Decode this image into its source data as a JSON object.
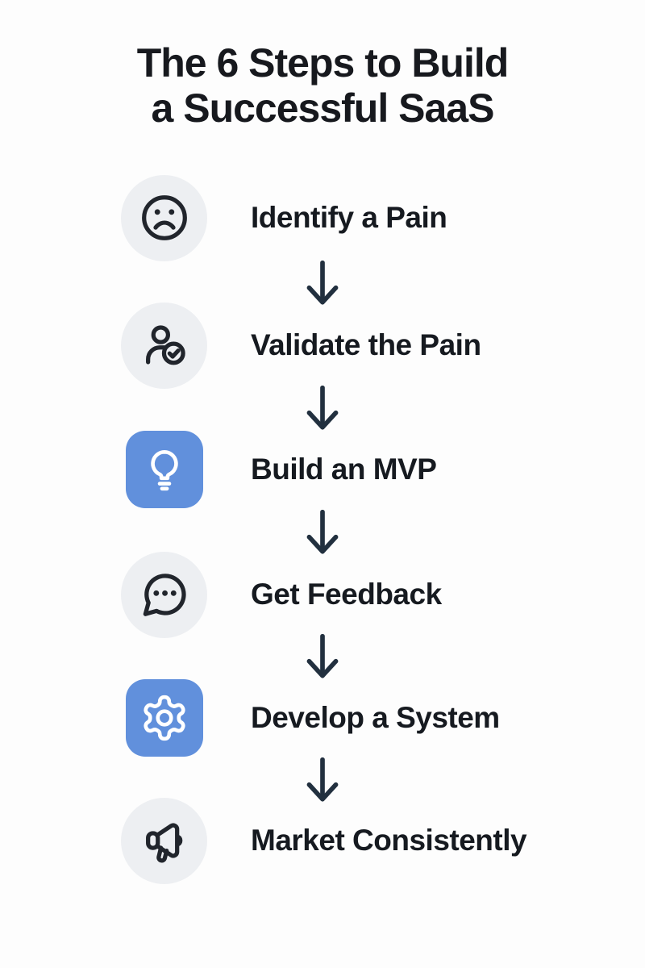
{
  "title": {
    "line1": "The 6 Steps to Build",
    "line2": "a Successful SaaS"
  },
  "steps": [
    {
      "label": "Identify a Pain",
      "icon": "frown-icon",
      "badge": "gray-circle"
    },
    {
      "label": "Validate the Pain",
      "icon": "user-check-icon",
      "badge": "gray-circle"
    },
    {
      "label": "Build an MVP",
      "icon": "lightbulb-icon",
      "badge": "blue-square"
    },
    {
      "label": "Get Feedback",
      "icon": "chat-bubble-icon",
      "badge": "gray-circle"
    },
    {
      "label": "Develop a System",
      "icon": "gear-icon",
      "badge": "blue-square"
    },
    {
      "label": "Market Consistently",
      "icon": "megaphone-icon",
      "badge": "gray-circle"
    }
  ],
  "connector": {
    "glyph": "down-arrow",
    "count": 5
  },
  "colors": {
    "background": "#fdfdfd",
    "title_text": "#17191e",
    "label_text": "#161a20",
    "icon_stroke": "#21252c",
    "circle_background": "#edeff2",
    "square_background": "#6190dc",
    "square_icon": "#ffffff",
    "arrow": "#22303f"
  }
}
